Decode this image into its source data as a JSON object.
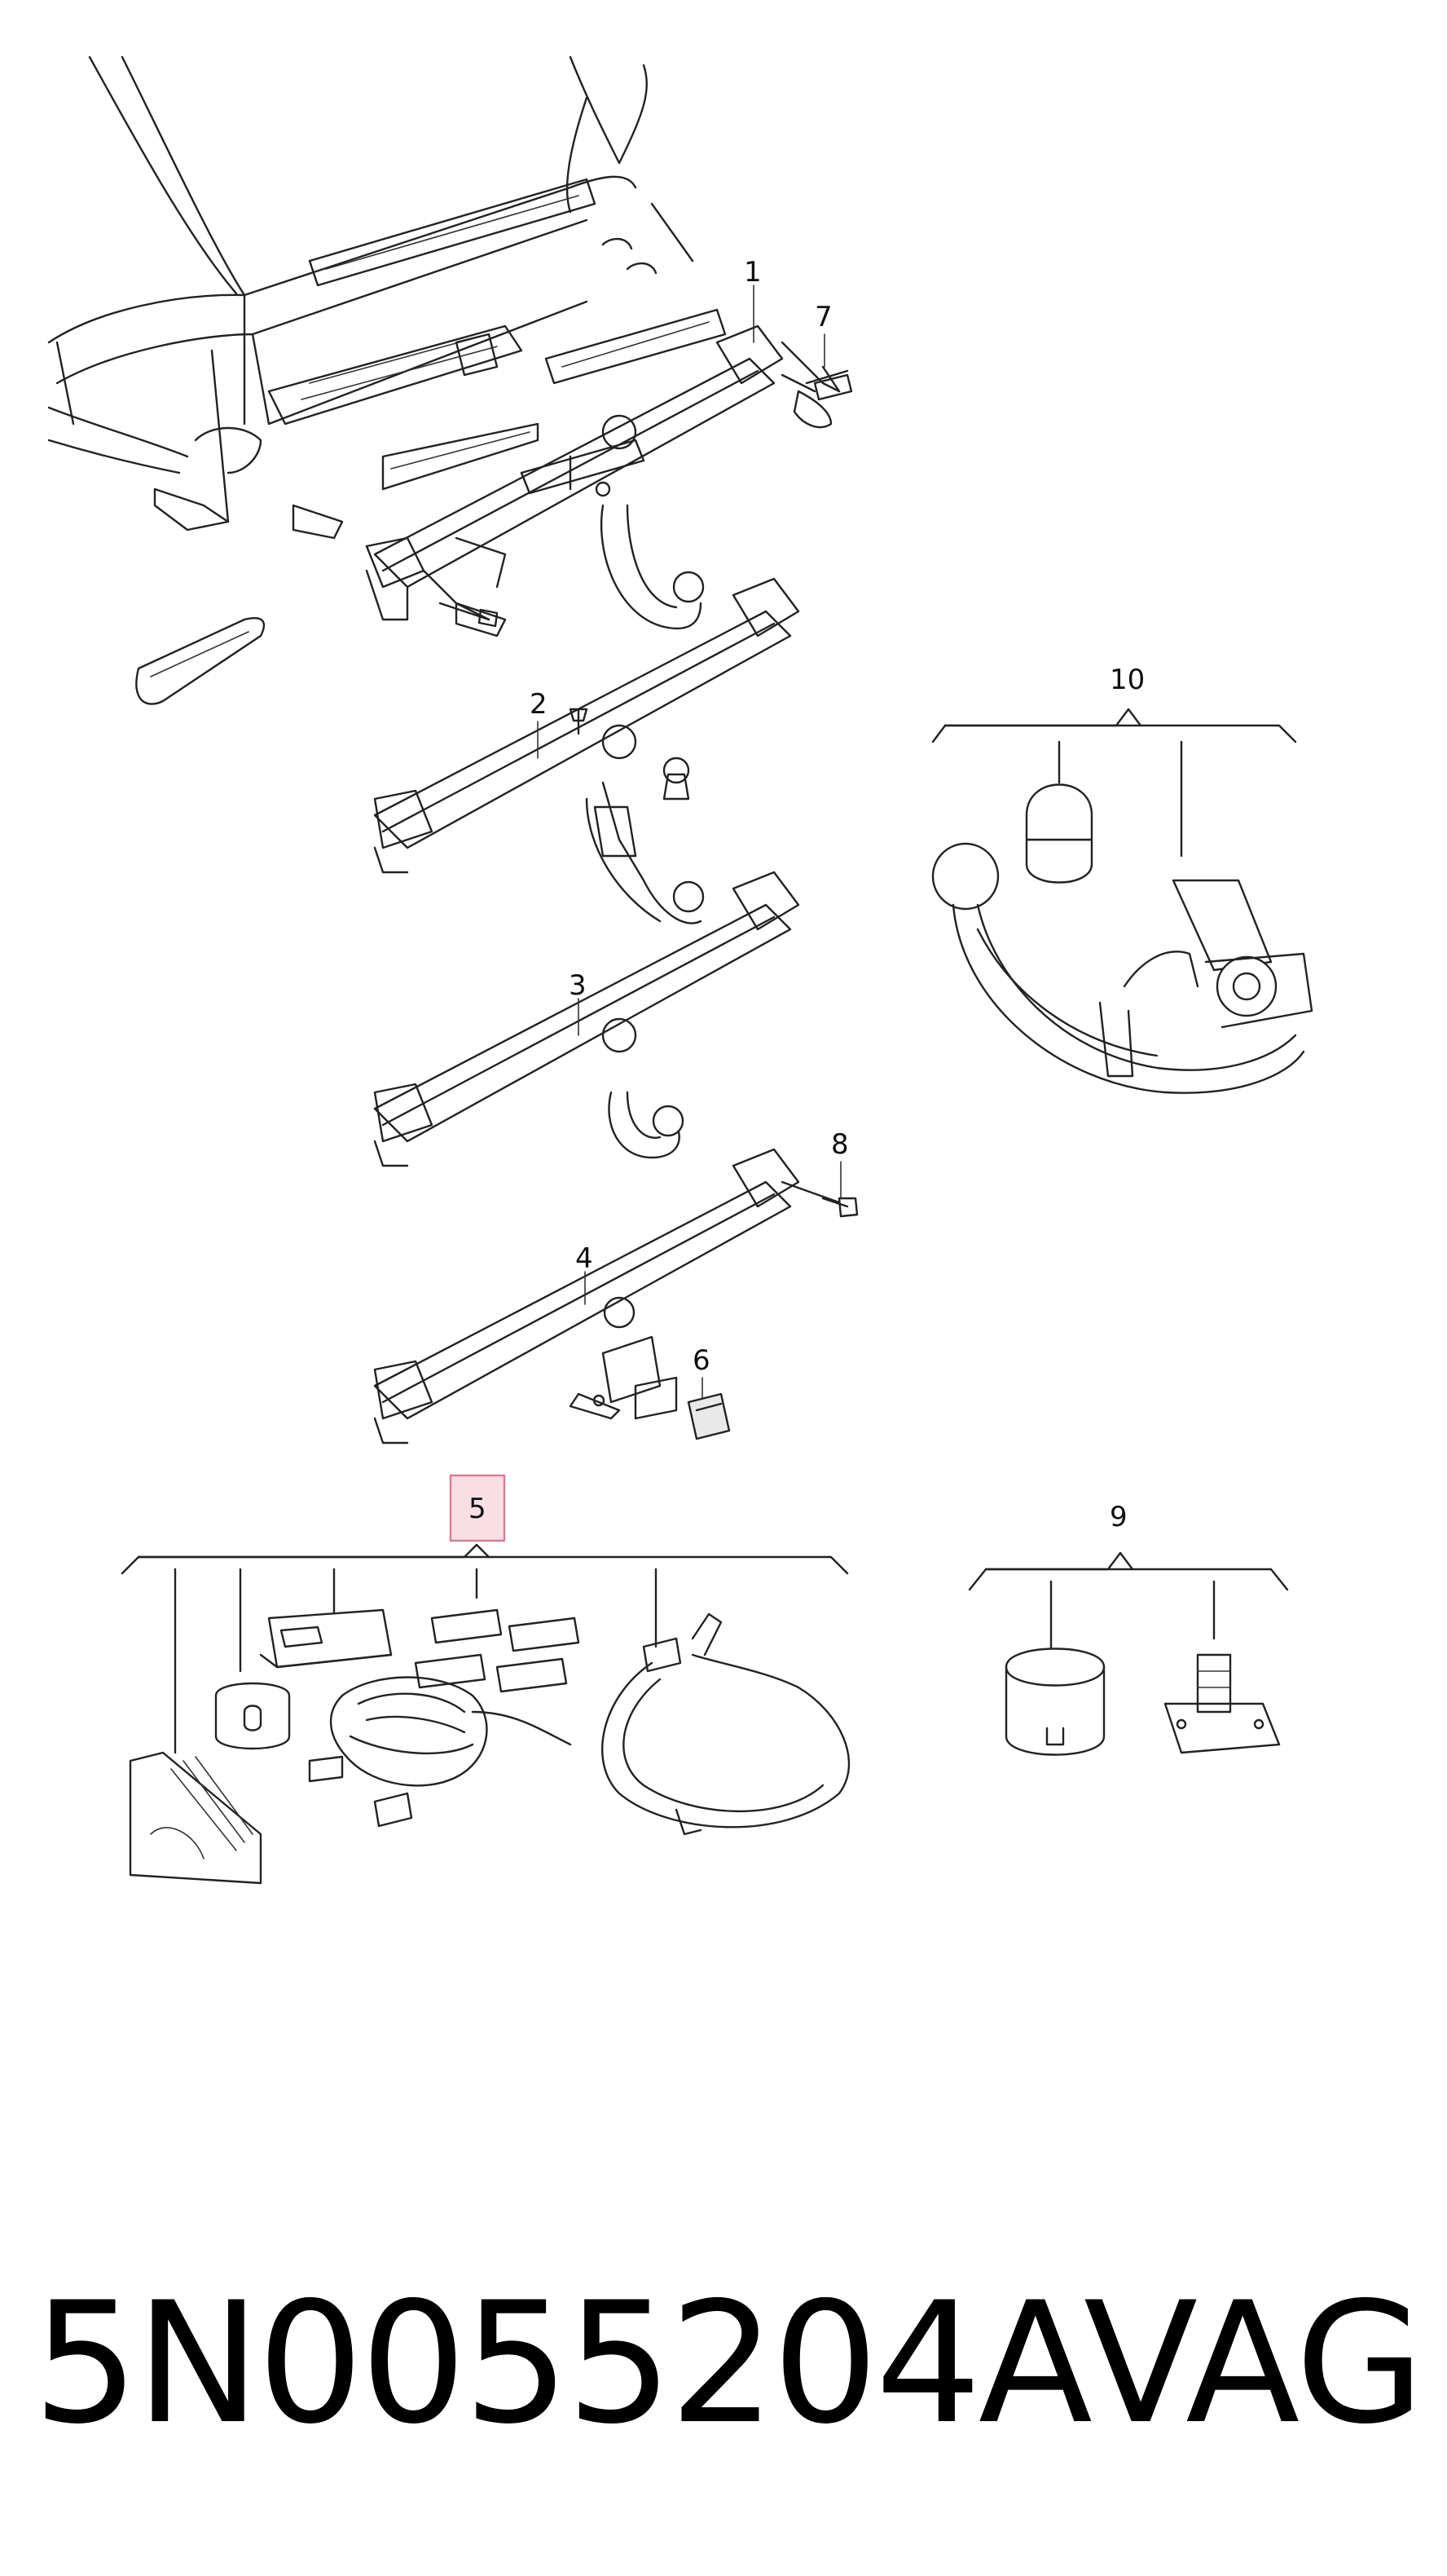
{
  "callouts": {
    "c1": "1",
    "c2": "2",
    "c3": "3",
    "c4": "4",
    "c5": "5",
    "c6": "6",
    "c7": "7",
    "c8": "8",
    "c9": "9",
    "c10": "10"
  },
  "highlighted_callout": "5",
  "colors": {
    "highlight_fill": "#f9dfe5",
    "highlight_stroke": "#d97a8e",
    "line": "#222222"
  },
  "footer": {
    "part_number": "5N0055204A",
    "brand": "VAG"
  }
}
